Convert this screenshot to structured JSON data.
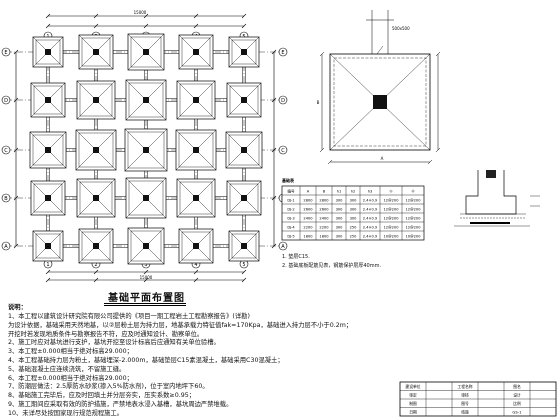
{
  "plan": {
    "title": "基础平面布置图",
    "row_axes": [
      "A",
      "B",
      "C",
      "D",
      "E"
    ],
    "col_axes": [
      "1",
      "2",
      "3",
      "4",
      "5"
    ],
    "overall_dim": "15000"
  },
  "detail": {
    "col_size": "500x500"
  },
  "table": {
    "header": [
      "编号",
      "A",
      "B",
      "h1",
      "h2",
      "h3",
      "①",
      "②"
    ],
    "rows": [
      [
        "DJ-1",
        "2800",
        "2800",
        "300",
        "300",
        "2.4×0.9",
        "12@200",
        "12@200"
      ],
      [
        "DJ-2",
        "2600",
        "2600",
        "300",
        "300",
        "2.4×0.9",
        "12@200",
        "12@200"
      ],
      [
        "DJ-3",
        "2400",
        "2400",
        "300",
        "300",
        "2.4×0.9",
        "12@200",
        "12@200"
      ],
      [
        "DJ-4",
        "2200",
        "2200",
        "300",
        "250",
        "2.4×0.9",
        "12@200",
        "12@200"
      ],
      [
        "DJ-5",
        "1800",
        "1800",
        "300",
        "250",
        "2.4×0.9",
        "10@200",
        "10@200"
      ]
    ],
    "note1": "1. 垫层C15.",
    "note2": "2. 基础底板配筋见表，钢筋保护层厚40mm."
  },
  "notes": {
    "heading": "说明：",
    "lines": [
      "1、本工程以建筑设计研究院有限公司提供的《项目一期工程岩土工程勘察报告》(详勘)",
      "    为设计依据，基础采用天然地基，以②层粉土层为持力层，地基承载力特征值fak=170Kpa，基础进入持力层不小于0.2m；",
      "    开挖时若发现地质条件与勘察报告不符，应及时通知设计、勘察单位。",
      "2、施工时应对基坑进行支护，基坑开挖至设计标高后应通知有关单位验槽。",
      "3、本工程±0.000相当于绝对标高29.000；",
      "4、本工程基础持力层为粉土，基础埋深-2.000m，基础垫层C15素混凝土，基础采用C30混凝土；",
      "5、基础混凝土应连续浇筑，不留施工缝。",
      "6、本工程±0.000相当于绝对标高29.000；",
      "7、防潮层做法：2.5厚防水砂浆(掺入5%防水剂)，位于室内地坪下60。",
      "8、基础施工完毕后，应及时回填土并分层夯实，压实系数≥0.95；",
      "9、施工期间应采取有效的防护措施，严禁地表水浸入基槽，基坑周边严禁堆载。",
      "10、未详尽处按国家现行规范规程施工。"
    ]
  },
  "title_block": {
    "cells": [
      "建设单位",
      "工程名称",
      "图名",
      "审定",
      "审核",
      "设计",
      "制图",
      "图号",
      "比例",
      "日期",
      "结施",
      "GS-1"
    ]
  }
}
